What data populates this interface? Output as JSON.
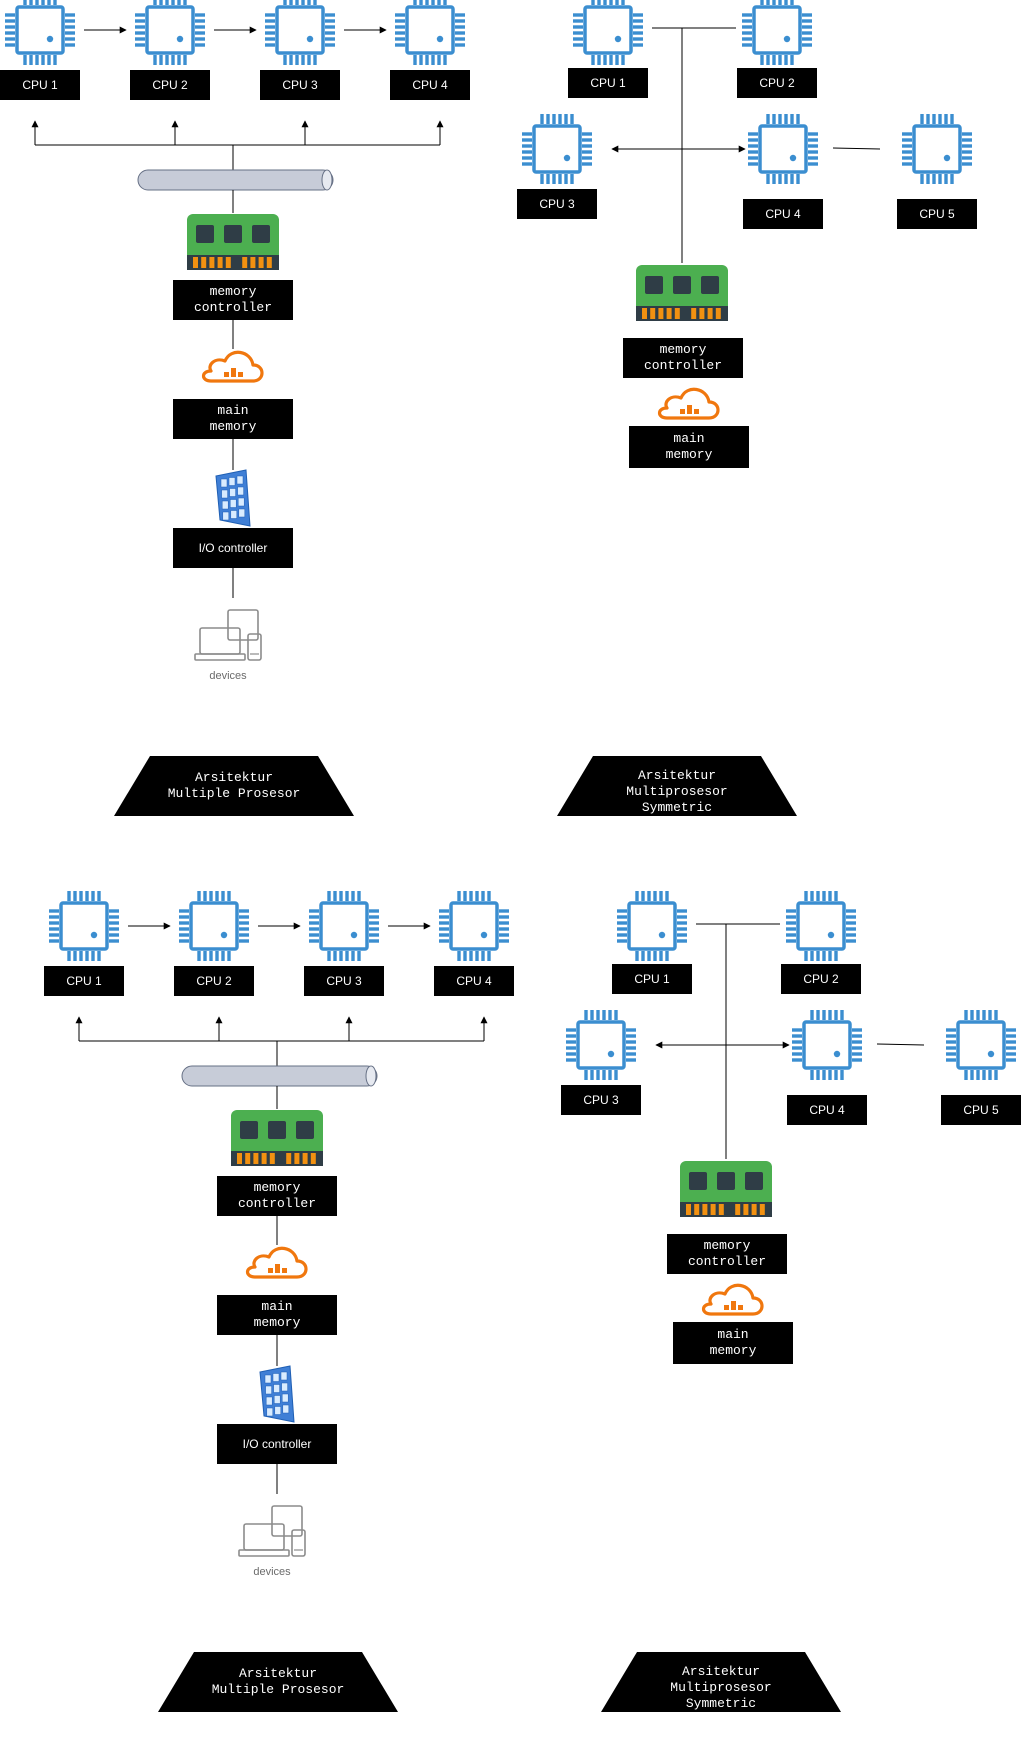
{
  "colors": {
    "cpu": "#3b8ed0",
    "cpu_dot": "#3b8ed0",
    "ram_board": "#4caf50",
    "ram_chip": "#2f3d46",
    "ram_pins": "#f29111",
    "cloud": "#f0770e",
    "label_bg": "#000000",
    "label_text": "#ffffff",
    "bus": "#c7ccd8",
    "io_panel": "#3f7fd6",
    "device_outline": "#8c8c8c",
    "line": "#000000"
  },
  "icons": [
    "cpu-chip-icon",
    "ram-module-icon",
    "cloud-icon",
    "io-panel-icon",
    "devices-icon",
    "bus-cylinder-icon"
  ],
  "diagrams": [
    {
      "multiple": {
        "cpu_labels": [
          "CPU 1",
          "CPU 2",
          "CPU 3",
          "CPU 4"
        ],
        "memory_controller_label": "memory\ncontroller",
        "main_memory_label": "main\nmemory",
        "io_controller_label": "I/O\ncontroller",
        "devices_label": "devices",
        "title": "Arsitektur\nMultiple Prosesor"
      },
      "symmetric": {
        "cpu_labels": [
          "CPU 1",
          "CPU 2",
          "CPU 3",
          "CPU 4",
          "CPU 5"
        ],
        "memory_controller_label": "memory\ncontroller",
        "main_memory_label": "main\nmemory",
        "title": "Arsitektur\nMultiprosesor\nSymmetric"
      }
    },
    {
      "multiple": {
        "cpu_labels": [
          "CPU 1",
          "CPU 2",
          "CPU 3",
          "CPU 4"
        ],
        "memory_controller_label": "memory\ncontroller",
        "main_memory_label": "main\nmemory",
        "io_controller_label": "I/O\ncontroller",
        "devices_label": "devices",
        "title": "Arsitektur\nMultiple Prosesor"
      },
      "symmetric": {
        "cpu_labels": [
          "CPU 1",
          "CPU 2",
          "CPU 3",
          "CPU 4",
          "CPU 5"
        ],
        "memory_controller_label": "memory\ncontroller",
        "main_memory_label": "main\nmemory",
        "title": "Arsitektur\nMultiprosesor\nSymmetric"
      }
    }
  ]
}
